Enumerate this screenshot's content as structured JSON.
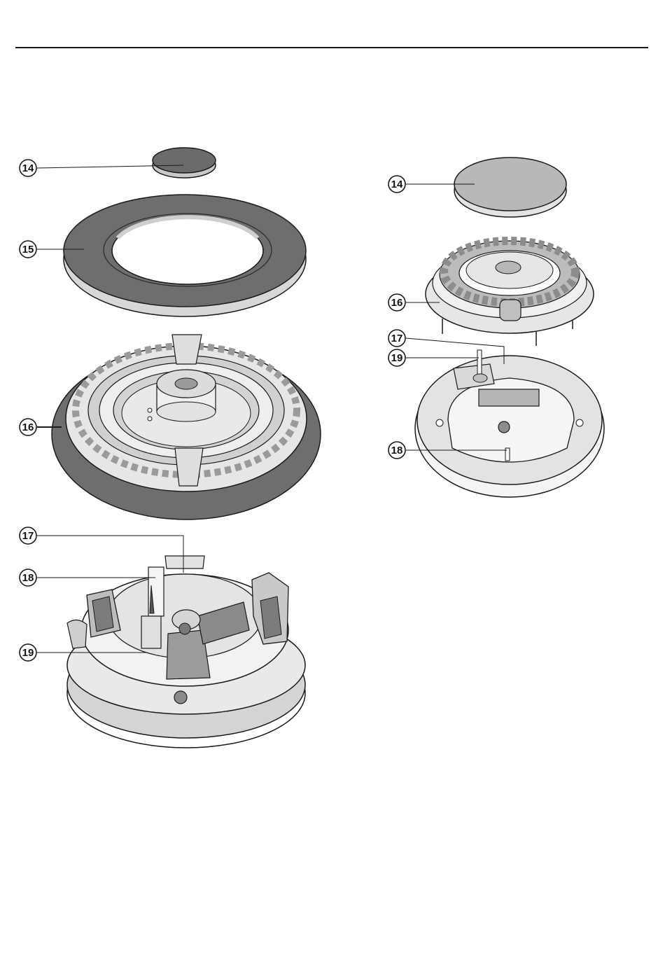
{
  "colors": {
    "ink": "#1a1a1a",
    "dark_grey": "#6e6e6e",
    "mid_grey": "#b5b5b5",
    "light_grey": "#d9d9d9",
    "pale_grey": "#ececec"
  },
  "left_assembly": {
    "callouts": [
      {
        "id": "left-14",
        "label": "14"
      },
      {
        "id": "left-15",
        "label": "15"
      },
      {
        "id": "left-16",
        "label": "16"
      },
      {
        "id": "left-17",
        "label": "17"
      },
      {
        "id": "left-18",
        "label": "18"
      },
      {
        "id": "left-19",
        "label": "19"
      }
    ]
  },
  "right_assembly": {
    "callouts": [
      {
        "id": "right-14",
        "label": "14"
      },
      {
        "id": "right-16",
        "label": "16"
      },
      {
        "id": "right-17",
        "label": "17"
      },
      {
        "id": "right-19",
        "label": "19"
      },
      {
        "id": "right-18",
        "label": "18"
      }
    ]
  }
}
